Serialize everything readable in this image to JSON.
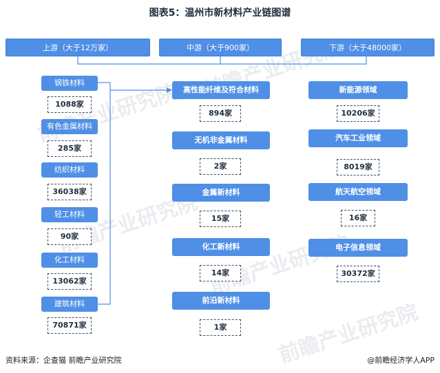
{
  "title": "图表5：温州市新材料产业链图谱",
  "headers": {
    "upstream": "上游（大于12万家）",
    "midstream": "中游（大于900家）",
    "downstream": "下游（大于48000家）"
  },
  "upstream": [
    {
      "name": "钢铁材料",
      "count": "1088家"
    },
    {
      "name": "有色金属材料",
      "count": "285家"
    },
    {
      "name": "纺织材料",
      "count": "36038家"
    },
    {
      "name": "轻工材料",
      "count": "90家"
    },
    {
      "name": "化工材料",
      "count": "13062家"
    },
    {
      "name": "建筑材料",
      "count": "70871家"
    }
  ],
  "midstream": [
    {
      "name": "高性能纤维及符合材料",
      "count": "894家"
    },
    {
      "name": "无机非金属材料",
      "count": "2家"
    },
    {
      "name": "金属新材料",
      "count": "15家"
    },
    {
      "name": "化工新材料",
      "count": "14家"
    },
    {
      "name": "前沿新材料",
      "count": "1家"
    }
  ],
  "downstream": [
    {
      "name": "新能源领域",
      "count": "10206家"
    },
    {
      "name": "汽车工业领域",
      "count": "8019家"
    },
    {
      "name": "航天航空领域",
      "count": "16家"
    },
    {
      "name": "电子信息领域",
      "count": "30372家"
    }
  ],
  "watermark": "前瞻产业研究院",
  "footer": {
    "source": "资料来源：企查猫 前瞻产业研究院",
    "brand": "@前瞻经济学人APP"
  },
  "colors": {
    "box_fill": "#4f8fe6",
    "connector": "#4f8fe6",
    "count_border": "#3a4a64"
  }
}
